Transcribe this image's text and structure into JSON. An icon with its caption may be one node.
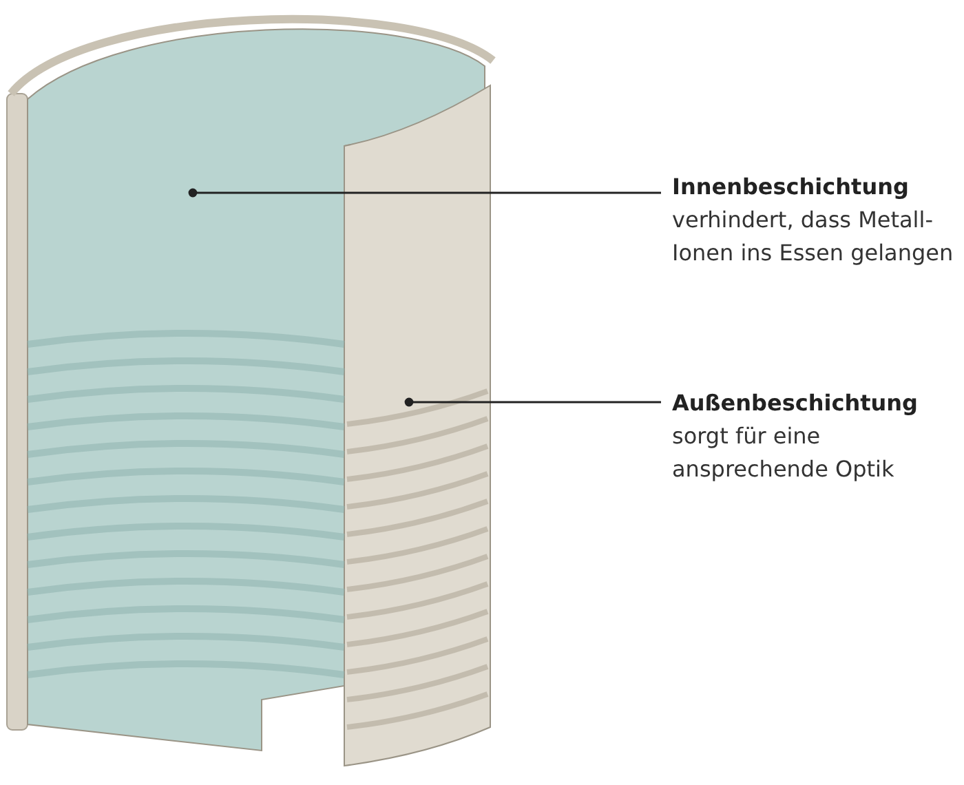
{
  "diagram": {
    "nodes": [
      {
        "text": [
          "Innenbeschichtung",
          "verhindert, dass Metall-Ionen ins Essen gelangen"
        ]
      },
      {
        "text": [
          "Außenbeschichtung",
          "sorgt für eine ansprechende Optik"
        ]
      },
      {
        "text": [],
        "shape": "picture"
      },
      {
        "text": [],
        "shape": "picture"
      }
    ],
    "edges": [
      {
        "from": 0,
        "to": 2,
        "arrow": "other"
      },
      {
        "from": 1,
        "to": 3,
        "arrow": "other"
      }
    ]
  }
}
